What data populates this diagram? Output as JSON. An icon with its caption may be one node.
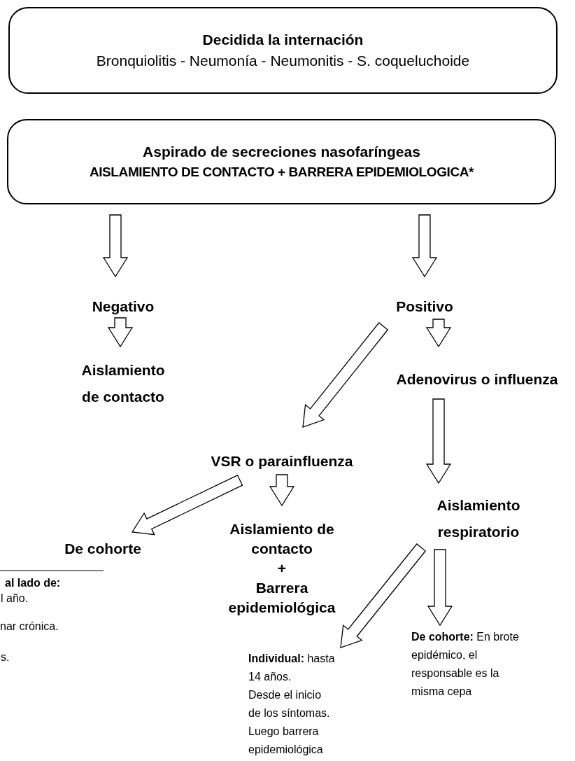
{
  "diagram": {
    "nodes": [
      {
        "text": [
          "Decidida la internación",
          "Bronquiolitis - Neumonía - Neumonitis - S. coqueluchoide"
        ]
      },
      {
        "text": [
          "Aspirado de secreciones nasofaríngeas",
          "AISLAMIENTO DE CONTACTO + BARRERA EPIDEMIOLOGICA*"
        ]
      },
      {
        "text": [
          "Negativo"
        ]
      },
      {
        "text": [
          "Positivo"
        ]
      },
      {
        "text": [
          "Aislamiento de contacto"
        ]
      },
      {
        "text": [
          "Adenovirus o influenza"
        ]
      },
      {
        "text": [
          "VSR o parainfluenza"
        ]
      },
      {
        "text": [
          "Aislamiento respiratorio"
        ]
      },
      {
        "text": [
          "De cohorte"
        ]
      },
      {
        "text": [
          "Aislamiento de contacto",
          "+",
          "Barrera epidemiológica"
        ]
      },
      {
        "text": [
          "**Individual:** hasta 14 años.",
          "Desde el inicio de los síntomas.",
          "Luego barrera epidemiológica"
        ]
      },
      {
        "text": [
          "**De cohorte:** En brote epidémico, el responsable es la misma cepa"
        ]
      }
    ],
    "edges": [
      {
        "from": 1,
        "to": 2,
        "arrow": "to"
      },
      {
        "from": 1,
        "to": 3,
        "arrow": "to"
      },
      {
        "from": 2,
        "to": 4,
        "arrow": "to"
      },
      {
        "from": 3,
        "to": 5,
        "arrow": "to"
      },
      {
        "from": 3,
        "to": 6,
        "arrow": "to"
      },
      {
        "from": 5,
        "to": 7,
        "arrow": "to"
      },
      {
        "from": 6,
        "to": 8,
        "arrow": "to"
      },
      {
        "from": 6,
        "to": 9,
        "arrow": "to"
      },
      {
        "from": 7,
        "to": 10,
        "arrow": "to"
      },
      {
        "from": 7,
        "to": 11,
        "arrow": "to"
      }
    ],
    "labels": [
      "al lado de:",
      "l año.",
      "nar crónica.",
      "s."
    ]
  }
}
